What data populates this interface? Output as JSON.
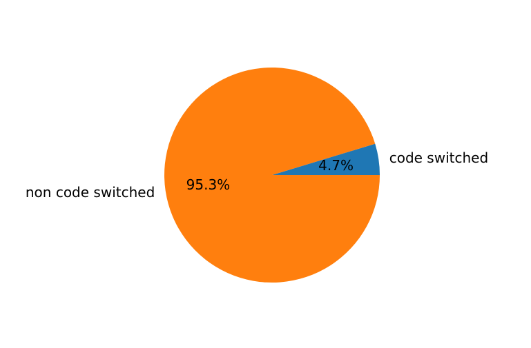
{
  "chart_data": {
    "type": "pie",
    "slices": [
      {
        "label": "code switched",
        "value": 4.7,
        "pct_label": "4.7%",
        "color": "#1f77b4"
      },
      {
        "label": "non code switched",
        "value": 95.3,
        "pct_label": "95.3%",
        "color": "#ff7f0e"
      }
    ],
    "start_angle_deg": 0,
    "direction": "counterclockwise"
  }
}
